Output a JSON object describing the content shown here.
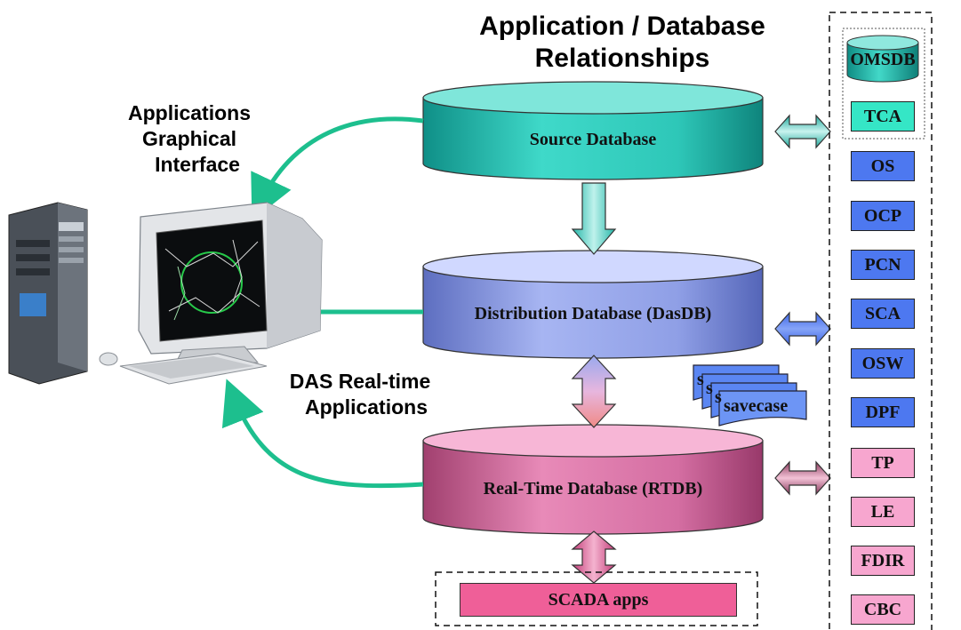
{
  "title": {
    "line1": "Application / Database",
    "line2": "Relationships"
  },
  "captions": {
    "gui_line1": "Applications",
    "gui_line2": "Graphical",
    "gui_line3": "Interface",
    "das_line1": "DAS Real-time",
    "das_line2": "Applications"
  },
  "databases": {
    "source": "Source Database",
    "distribution": "Distribution Database (DasDB)",
    "realtime": "Real-Time Database (RTDB)"
  },
  "modules": {
    "omsdb": "OMSDB",
    "tca": "TCA",
    "os": "OS",
    "ocp": "OCP",
    "pcn": "PCN",
    "sca": "SCA",
    "osw": "OSW",
    "dpf": "DPF",
    "tp": "TP",
    "le": "LE",
    "fdir": "FDIR",
    "cbc": "CBC"
  },
  "savecase": {
    "label": "savecase",
    "stub1": "s",
    "stub2": "s",
    "stub3": "s"
  },
  "scada": "SCADA apps",
  "colors": {
    "source_db": "#1fbfb0",
    "distribution_db": "#7d8ee0",
    "realtime_db": "#c8578f",
    "module_blue": "#4d78f0",
    "module_pink": "#f7a6cf",
    "tca": "#35e6c6",
    "connector_arrow": "#1dbf8e"
  },
  "icons": {
    "computer": "desktop-workstation-icon"
  }
}
